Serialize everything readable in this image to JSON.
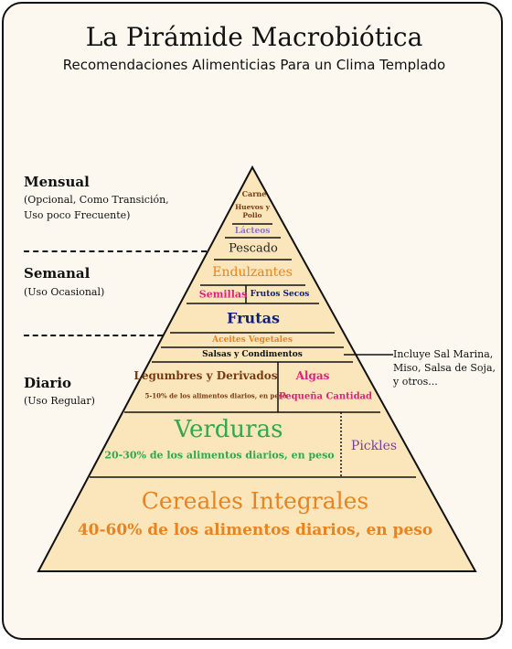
{
  "header": {
    "title": "La Pirámide Macrobiótica",
    "subtitle": "Recomendaciones Alimenticias Para un Clima Templado"
  },
  "frequency": {
    "monthly": {
      "heading": "Mensual",
      "note": "(Opcional, Como Transición, Uso poco Frecuente)"
    },
    "weekly": {
      "heading": "Semanal",
      "note": "(Uso Ocasional)"
    },
    "daily": {
      "heading": "Diario",
      "note": "(Uso Regular)"
    }
  },
  "tiers": {
    "carne": "Carne",
    "huevos": "Huevos y Pollo",
    "lacteos": "Lácteos",
    "pescado": "Pescado",
    "endulzantes": "Endulzantes",
    "semillas": "Semillas",
    "frutos_secos": "Frutos Secos",
    "frutas": "Frutas",
    "aceites": "Aceites Vegetales",
    "salsas": "Salsas y Condimentos",
    "legumbres": "Legumbres y Derivados",
    "legumbres_pct": "5-10% de los alimentos diarios, en peso",
    "algas": "Algas",
    "algas_cantidad": "Pequeña Cantidad",
    "verduras": "Verduras",
    "verduras_pct": "20-30% de los alimentos diarios, en peso",
    "pickles": "Pickles",
    "cereales": "Cereales Integrales",
    "cereales_pct": "40-60% de los alimentos diarios, en peso"
  },
  "callout": "Incluye Sal Marina, Miso, Salsa de Soja, y otros...",
  "colors": {
    "fill": "#fbe6bb",
    "orange": "#e8831f",
    "green": "#2fa84f",
    "navy": "#0f1e7a",
    "pink": "#e0207f",
    "purple": "#7b3aa6",
    "brown": "#7a3a10",
    "lilac": "#8a77c6"
  }
}
